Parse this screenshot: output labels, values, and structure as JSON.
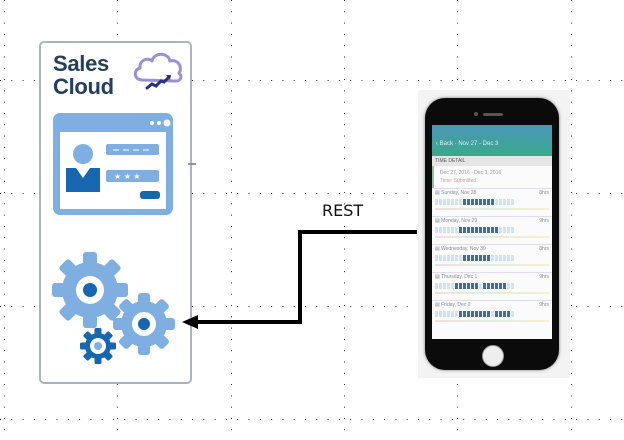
{
  "diagram": {
    "left_system": {
      "title_line1": "Sales",
      "title_line2": "Cloud",
      "icons": [
        "cloud-chart-icon",
        "user-profile-card-icon",
        "gears-icon"
      ],
      "colors": {
        "title": "#243f5c",
        "cloud": "#9b8fd6",
        "accent_light": "#7faee0",
        "accent_dark": "#1766b0",
        "border": "#aab4c1"
      }
    },
    "connector": {
      "label": "REST",
      "direction": "mobile-to-sales-cloud",
      "color": "#000000"
    },
    "right_system": {
      "type": "mobile-phone",
      "screen": {
        "appbar_text": "‹ Back · Nov 27 - Dec 3",
        "section_header": "TIME DETAIL",
        "range_text": "Dec 27, 2016 - Dec 3, 2016",
        "range_sub": "Time: Submitted",
        "days": [
          {
            "label": "Sunday, Nov 28",
            "value": "8hrs",
            "pattern": [
              0,
              0,
              0,
              0,
              0,
              0,
              0,
              1,
              1,
              1,
              1,
              1,
              1,
              1,
              1,
              0,
              0,
              0,
              0,
              0
            ]
          },
          {
            "label": "Monday, Nov 29",
            "value": "9hrs",
            "pattern": [
              0,
              0,
              0,
              0,
              0,
              0,
              1,
              1,
              1,
              1,
              1,
              1,
              1,
              1,
              1,
              1,
              0,
              0,
              0,
              0
            ]
          },
          {
            "label": "Wednesday, Nov 30",
            "value": "8hrs",
            "pattern": [
              0,
              0,
              0,
              0,
              0,
              0,
              0,
              1,
              1,
              1,
              1,
              1,
              1,
              1,
              0,
              0,
              0,
              0,
              0,
              0
            ]
          },
          {
            "label": "Thursday, Dec 1",
            "value": "9hrs",
            "pattern": [
              0,
              0,
              0,
              0,
              0,
              1,
              1,
              1,
              1,
              1,
              1,
              0,
              1,
              1,
              1,
              1,
              1,
              1,
              0,
              0
            ]
          },
          {
            "label": "Friday, Dec 2",
            "value": "9hrs",
            "pattern": [
              0,
              0,
              0,
              0,
              0,
              0,
              1,
              1,
              1,
              1,
              1,
              1,
              1,
              1,
              0,
              1,
              1,
              1,
              1,
              0
            ]
          }
        ],
        "colors": {
          "appbar_top": "#4a97b8",
          "appbar_bottom": "#3aa98b",
          "bar_on": "#3d6da8",
          "bar_off": "#cfe4f2"
        }
      }
    }
  }
}
